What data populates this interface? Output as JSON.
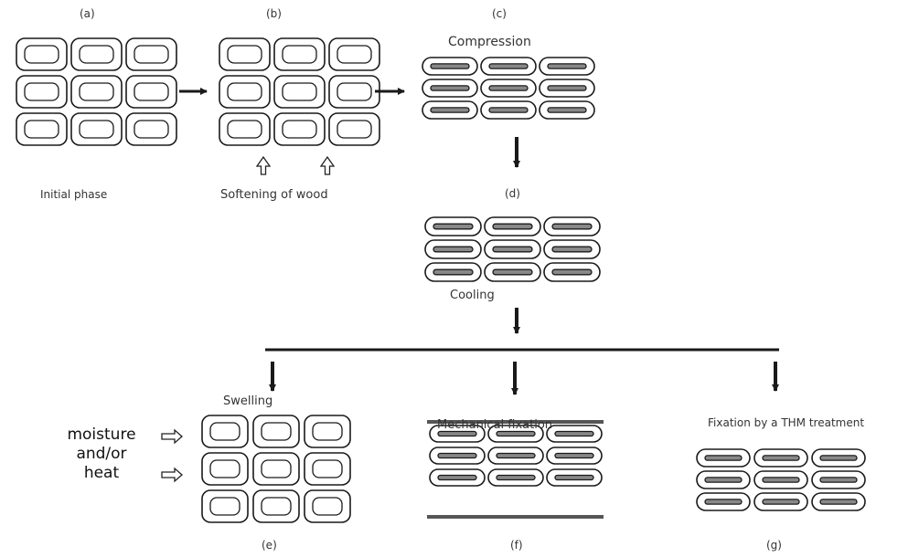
{
  "panels": {
    "a": {
      "letter": "(a)",
      "caption": "Initial phase"
    },
    "b": {
      "letter": "(b)",
      "caption": "Softening of wood"
    },
    "c": {
      "letter": "(c)",
      "caption": "Compression"
    },
    "d": {
      "letter": "(d)",
      "caption": "Cooling"
    },
    "e": {
      "letter": "(e)",
      "caption": "Swelling"
    },
    "f": {
      "letter": "(f)",
      "caption": "Mechanical fixation"
    },
    "g": {
      "letter": "(g)",
      "caption": "Fixation by a THM treatment"
    }
  },
  "side_label": {
    "line1": "moisture",
    "line2": "and/or",
    "line3": "heat"
  },
  "colors": {
    "stroke": "#1a1a1a",
    "background": "#ffffff"
  }
}
